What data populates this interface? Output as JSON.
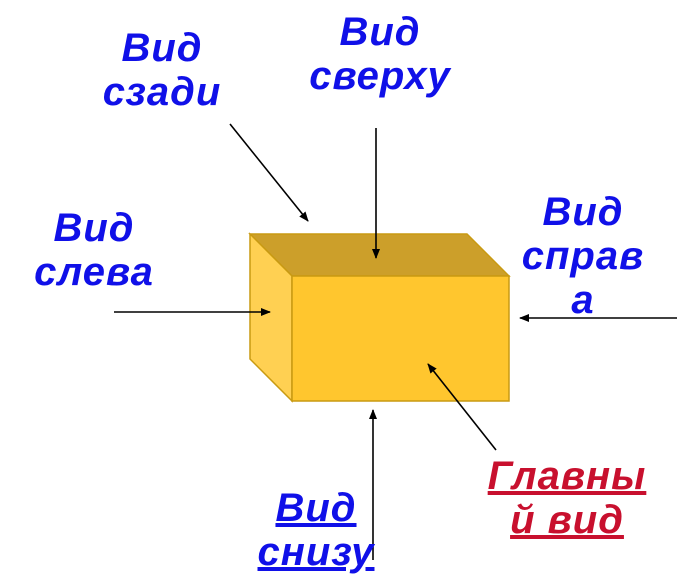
{
  "labels": {
    "back": {
      "line1": "Вид",
      "line2": "сзади"
    },
    "top": {
      "line1": "Вид",
      "line2": "сверху"
    },
    "left": {
      "line1": "Вид",
      "line2": "слева"
    },
    "right": {
      "line1": "Вид",
      "line2": "справ",
      "line3": "а"
    },
    "bottom": {
      "line1": "Вид",
      "line2": "снизу"
    },
    "main": {
      "line1": "Главны",
      "line2": "й вид"
    }
  },
  "colors": {
    "view_label": "#1010e8",
    "main_label": "#c8102e",
    "box_front": "#ffc62e",
    "box_top": "#cc9f2a",
    "box_side": "#ffd052",
    "box_edge": "#c99a12",
    "arrow": "#000000"
  }
}
